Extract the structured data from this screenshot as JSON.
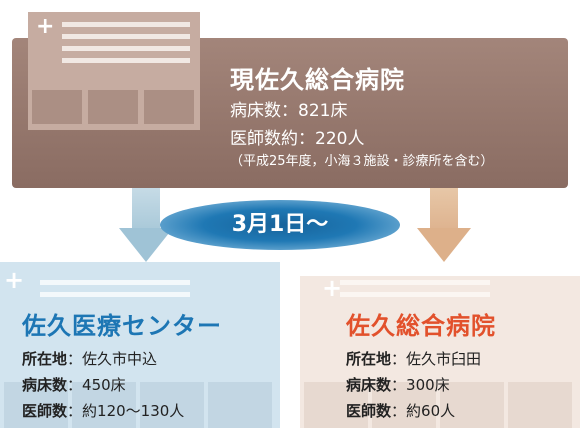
{
  "current": {
    "title": "現佐久総合病院",
    "beds": "病床数：821床",
    "doctors": "医師数約：220人",
    "note": "（平成25年度，小海３施設・診療所を含む）"
  },
  "date_label": "3月1日～",
  "medical_center": {
    "title": "佐久医療センター",
    "rows": [
      {
        "label": "所在地",
        "value": "佐久市中込"
      },
      {
        "label": "病床数",
        "value": "450床"
      },
      {
        "label": "医師数",
        "value": "約120～130人"
      }
    ]
  },
  "general_hospital": {
    "title": "佐久総合病院",
    "rows": [
      {
        "label": "所在地",
        "value": "佐久市臼田"
      },
      {
        "label": "病床数",
        "value": "300床"
      },
      {
        "label": "医師数",
        "value": "約60人"
      }
    ]
  },
  "colors": {
    "top_card": "#9a7b70",
    "date_oval": "#1f78b4",
    "medical_center_title": "#1d76b4",
    "general_hospital_title": "#e2512c",
    "arrow_left": "#9fc3d6",
    "arrow_right": "#ddb08a"
  },
  "icons": [
    "medical-cross-icon",
    "building-icon",
    "down-arrow-icon"
  ]
}
